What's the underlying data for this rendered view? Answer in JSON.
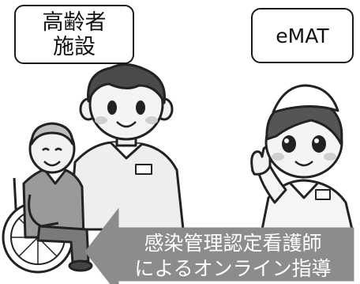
{
  "labels": {
    "facility_line1": "高齢者",
    "facility_line2": "施設",
    "emat": "eMAT"
  },
  "arrow": {
    "line1": "感染管理認定看護師",
    "line2": "によるオンライン指導"
  },
  "figures": {
    "elderly": "elderly-person-in-wheelchair",
    "caregiver": "male-caregiver",
    "nurse": "nurse-pointing"
  }
}
